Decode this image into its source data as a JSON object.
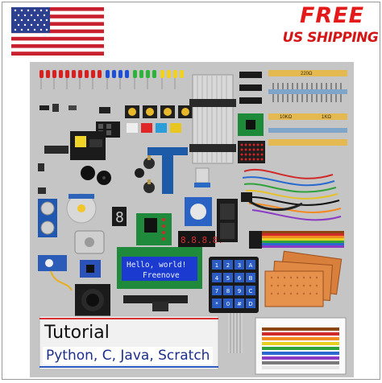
{
  "promo": {
    "free_text": "FREE",
    "shipping_text": "US SHIPPING",
    "text_color": "#e41a1a"
  },
  "flag": {
    "icon": "us-flag-icon"
  },
  "kit": {
    "lcd_line1": "Hello, world!",
    "lcd_line2": "Freenove",
    "seven_seg_single": "8",
    "seven_seg_four": "8.8.8.8.",
    "keypad_keys": [
      "1",
      "2",
      "3",
      "A",
      "4",
      "5",
      "6",
      "B",
      "7",
      "8",
      "9",
      "C",
      "*",
      "0",
      "#",
      "D"
    ],
    "resistor_labels": [
      "220Ω",
      "10KΩ",
      "1KΩ"
    ]
  },
  "banner": {
    "title": "Tutorial",
    "languages": "Python, C, Java, Scratch"
  }
}
